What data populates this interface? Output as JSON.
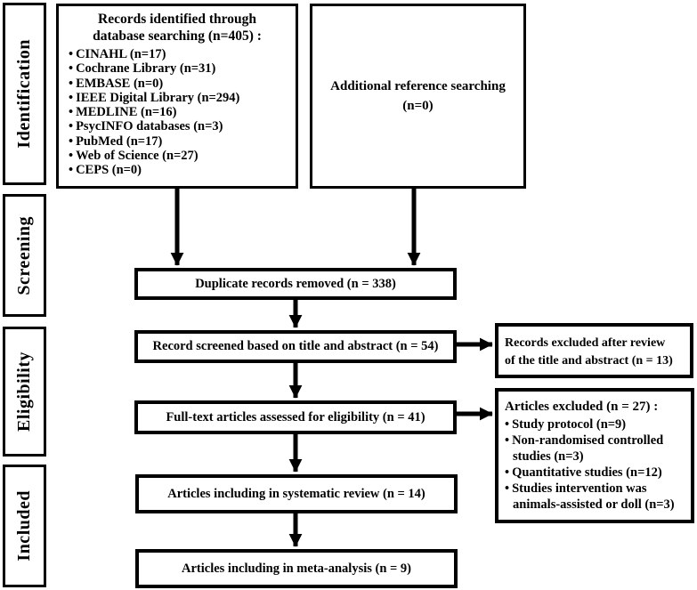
{
  "page": {
    "background": "#ffffff",
    "line_color": "#000000"
  },
  "sidebar": {
    "stages": [
      {
        "label": "Identification"
      },
      {
        "label": "Screening"
      },
      {
        "label": "Eligibility"
      },
      {
        "label": "Included"
      }
    ]
  },
  "flow": {
    "records_identified": {
      "title_lines": [
        "Records identified through",
        "database searching (n=405) :"
      ],
      "items": [
        "CINAHL (n=17)",
        "Cochrane Library (n=31)",
        "EMBASE (n=0)",
        "IEEE Digital Library (n=294)",
        "MEDLINE (n=16)",
        "PsycINFO databases (n=3)",
        "PubMed (n=17)",
        "Web of Science (n=27)",
        "CEPS (n=0)"
      ]
    },
    "additional_reference": {
      "lines": [
        "Additional reference searching",
        "(n=0)"
      ]
    },
    "duplicates_removed": {
      "label": "Duplicate records removed (n = 338)"
    },
    "records_screened": {
      "label": "Record screened based on title and abstract (n = 54)"
    },
    "records_excluded": {
      "lines": [
        "Records excluded  after review",
        "of the title and abstract (n = 13)"
      ]
    },
    "fulltext_assessed": {
      "label": "Full-text articles assessed for eligibility (n = 41)"
    },
    "articles_excluded": {
      "title": "Articles excluded (n = 27) :",
      "items": [
        "Study protocol (n=9)",
        "Non-randomised controlled studies (n=3)",
        "Quantitative studies (n=12)",
        "Studies intervention was animals-assisted or doll (n=3)"
      ]
    },
    "systematic_review": {
      "label": "Articles including in systematic review (n = 14)"
    },
    "meta_analysis": {
      "label": "Articles including in meta-analysis (n = 9)"
    }
  }
}
